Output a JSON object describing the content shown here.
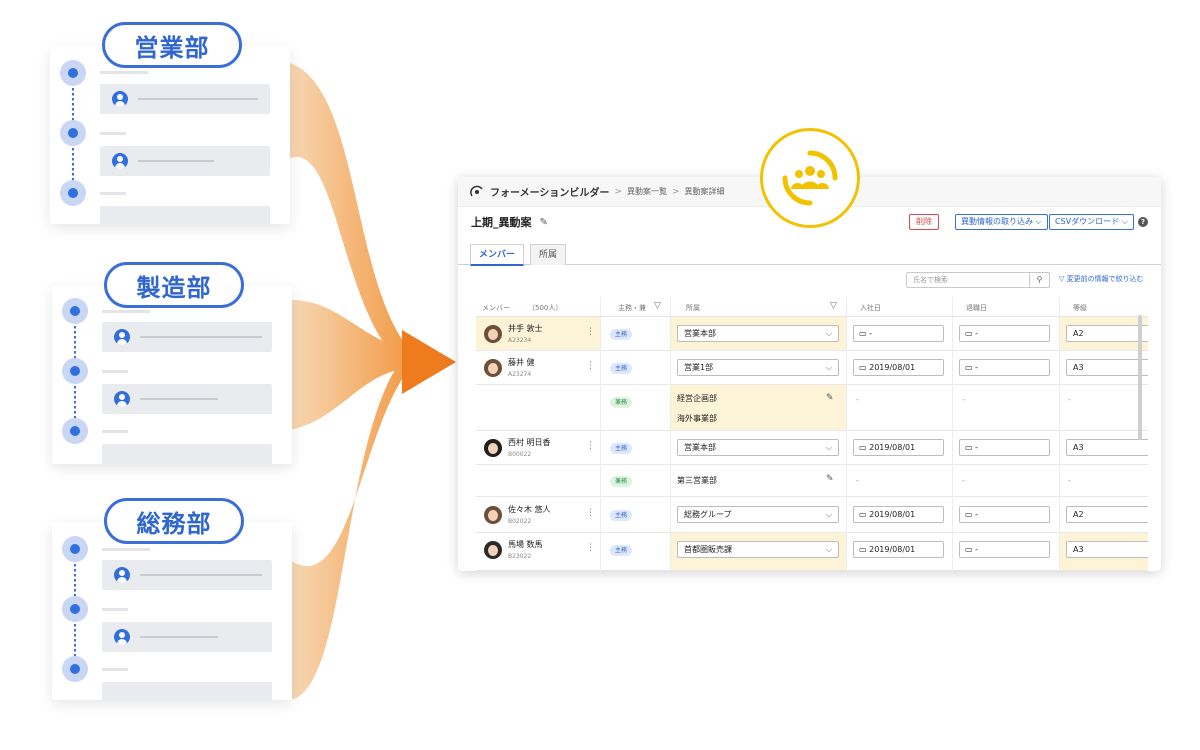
{
  "departments": [
    {
      "label": "営業部"
    },
    {
      "label": "製造部"
    },
    {
      "label": "総務部"
    }
  ],
  "colors": {
    "accent": "#2f66d0",
    "arrow": "#ee7b1e",
    "badge": "#f2c200",
    "highlight": "#fdf3d6"
  },
  "app": {
    "name": "フォーメーションビルダー",
    "breadcrumbs": [
      "異動案一覧",
      "異動案詳細"
    ],
    "title": "上期_異動案",
    "delete_label": "削除",
    "import_label": "異動情報の取り込み",
    "csv_label": "CSVダウンロード",
    "help_label": "?",
    "tabs": [
      {
        "label": "メンバー"
      },
      {
        "label": "所属"
      }
    ],
    "search_placeholder": "氏名で検索",
    "filter_label": "変更前の情報で絞り込む",
    "columns": {
      "member": "メンバー",
      "member_count": "（500人）",
      "role": "主務・兼",
      "dept": "所属",
      "join": "入社日",
      "leave": "退職日",
      "grade": "等級"
    },
    "rows": [
      {
        "name": "井手 敦士",
        "code": "A23234",
        "tag": "主務",
        "dept": "営業本部",
        "join": "-",
        "leave": "-",
        "grade": "A2"
      },
      {
        "name": "藤井 健",
        "code": "A23274",
        "tag": "主務",
        "dept": "営業1部",
        "join": "2019/08/01",
        "leave": "-",
        "grade": "A3"
      },
      {
        "tag": "兼務",
        "dept_lines": [
          "経営企画部",
          "海外事業部"
        ],
        "join": "-",
        "leave": "-",
        "grade": "-"
      },
      {
        "name": "西村 明日香",
        "code": "B00022",
        "tag": "主務",
        "dept": "営業本部",
        "join": "2019/08/01",
        "leave": "-",
        "grade": "A3"
      },
      {
        "tag": "兼務",
        "dept_plain": "第三営業部",
        "join": "-",
        "leave": "-",
        "grade": "-"
      },
      {
        "name": "佐々木 悠人",
        "code": "B02022",
        "tag": "主務",
        "dept": "総務グループ",
        "join": "2019/08/01",
        "leave": "-",
        "grade": "A2"
      },
      {
        "name": "馬場 数馬",
        "code": "B23022",
        "tag": "主務",
        "dept": "首都圏販売課",
        "join": "2019/08/01",
        "leave": "-",
        "grade": "A3"
      }
    ]
  }
}
